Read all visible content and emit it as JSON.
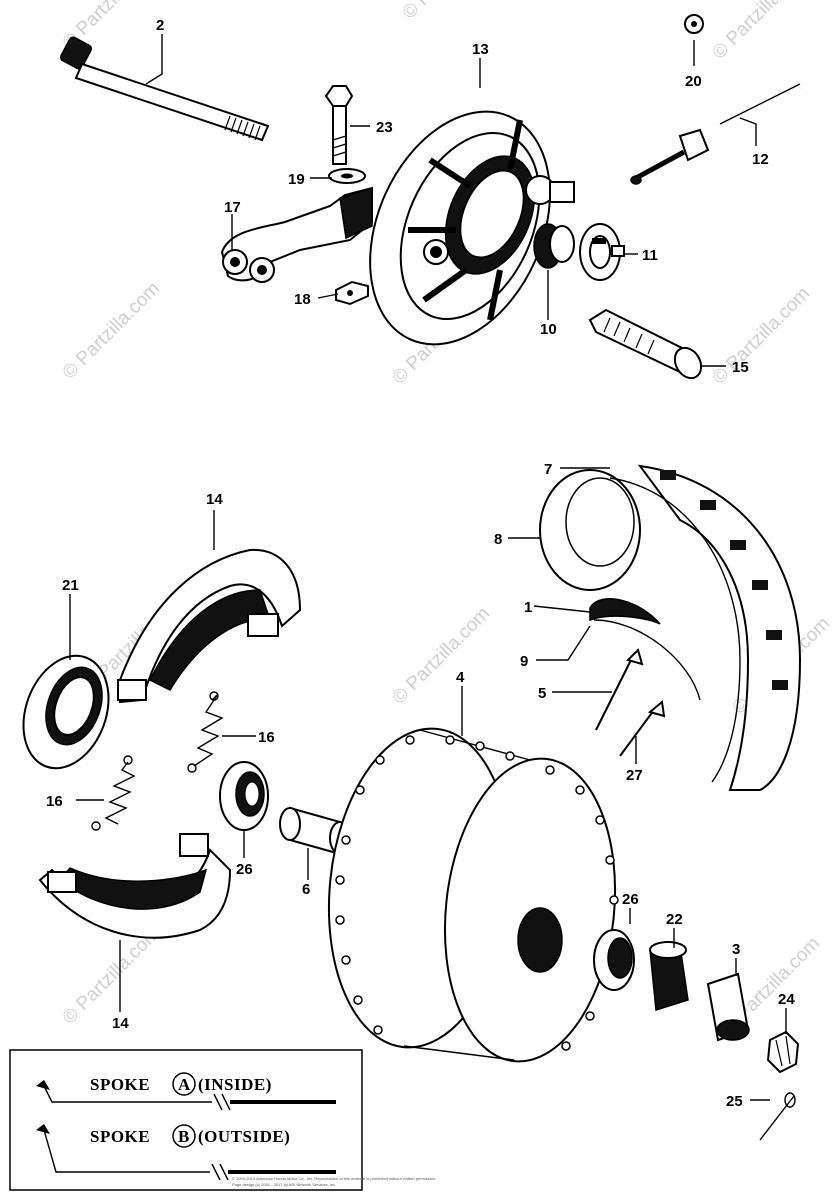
{
  "callouts": {
    "c2": "2",
    "c13": "13",
    "c20": "20",
    "c23": "23",
    "c12": "12",
    "c19": "19",
    "c17": "17",
    "c11": "11",
    "c18": "18",
    "c10": "10",
    "c15": "15",
    "c7": "7",
    "c14a": "14",
    "c8": "8",
    "c21": "21",
    "c1": "1",
    "c9": "9",
    "c4": "4",
    "c5": "5",
    "c16a": "16",
    "c16b": "16",
    "c27": "27",
    "c26a": "26",
    "c6": "6",
    "c26b": "26",
    "c22": "22",
    "c3": "3",
    "c24": "24",
    "c14b": "14",
    "c25": "25"
  },
  "watermark": {
    "text": "© Partzilla.com",
    "short_text": "Partzilla.com",
    "corner_text": "© Partz"
  },
  "legend": {
    "spoke_a_word": "SPOKE",
    "spoke_a_letter": "A",
    "spoke_a_note": "(INSIDE)",
    "spoke_b_word": "SPOKE",
    "spoke_b_letter": "B",
    "spoke_b_note": "(OUTSIDE)"
  },
  "copyright_line1": "© 2000-2013 American Honda Motor Co., Inc. Reproduction of this material is prohibited without written permission.",
  "copyright_line2": "Page design (c) 2001 - 2017 by ARI Network Services, Inc."
}
